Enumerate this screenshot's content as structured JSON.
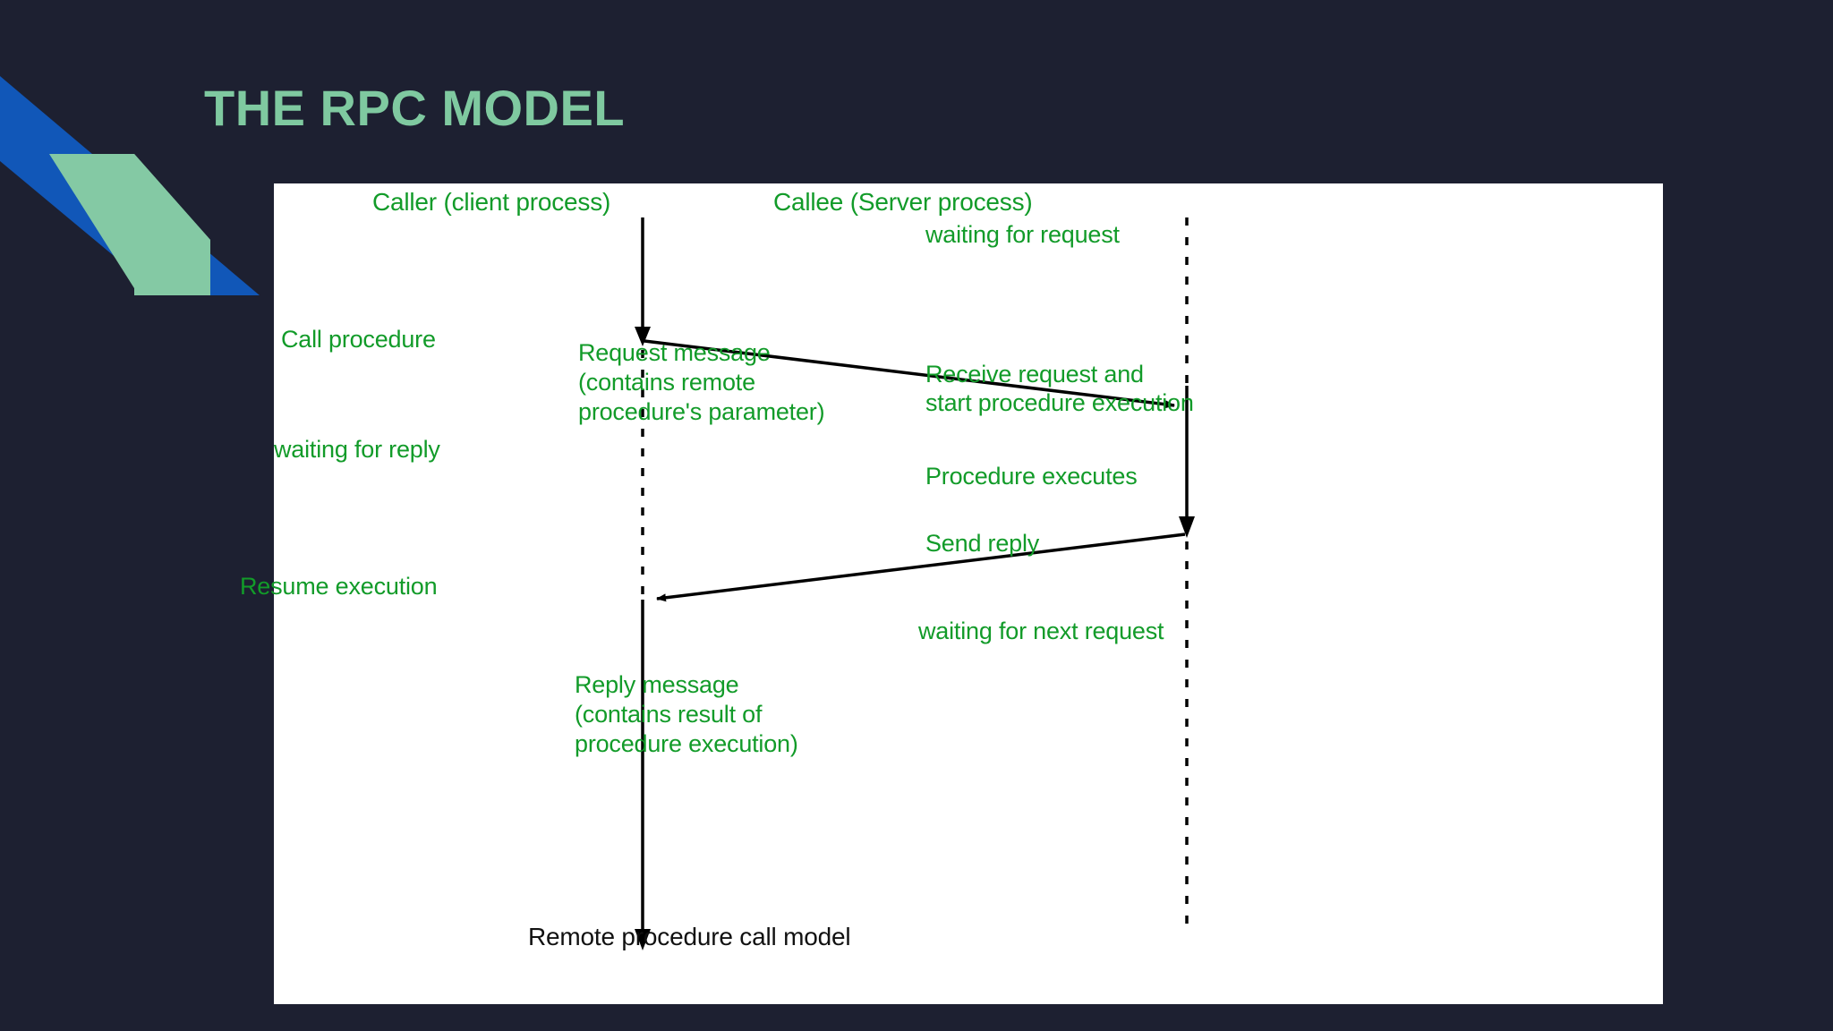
{
  "slide": {
    "title": "THE RPC MODEL",
    "background_color": "#1d2031",
    "title_color": "#7fc9a0",
    "panel_color": "#ffffff",
    "decor": {
      "blue_color": "#1157b8",
      "green_color": "#84c9a4"
    }
  },
  "diagram": {
    "type": "sequence-diagram",
    "label_color": "#129b29",
    "caption_color": "#111111",
    "lifelines": [
      {
        "name": "caller",
        "header": "Caller (client process)"
      },
      {
        "name": "callee",
        "header": "Callee (Server process)"
      }
    ],
    "caller": {
      "header": "Caller (client process)",
      "call_procedure": "Call procedure",
      "waiting_for_reply": "waiting for reply",
      "resume_execution": "Resume execution"
    },
    "callee": {
      "header": "Callee (Server process)",
      "waiting_for_request": "waiting for request",
      "receive_request_line1": "Receive request and",
      "receive_request_line2": "start procedure execution",
      "procedure_executes": "Procedure executes",
      "send_reply": "Send reply",
      "waiting_for_next_request": "waiting for next request"
    },
    "messages": {
      "request_line1": "Request message",
      "request_line2": "(contains remote",
      "request_line3": "procedure's parameter)",
      "reply_line1": "Reply message",
      "reply_line2": "(contains result of",
      "reply_line3": "procedure execution)"
    },
    "caption": "Remote procedure call model"
  }
}
